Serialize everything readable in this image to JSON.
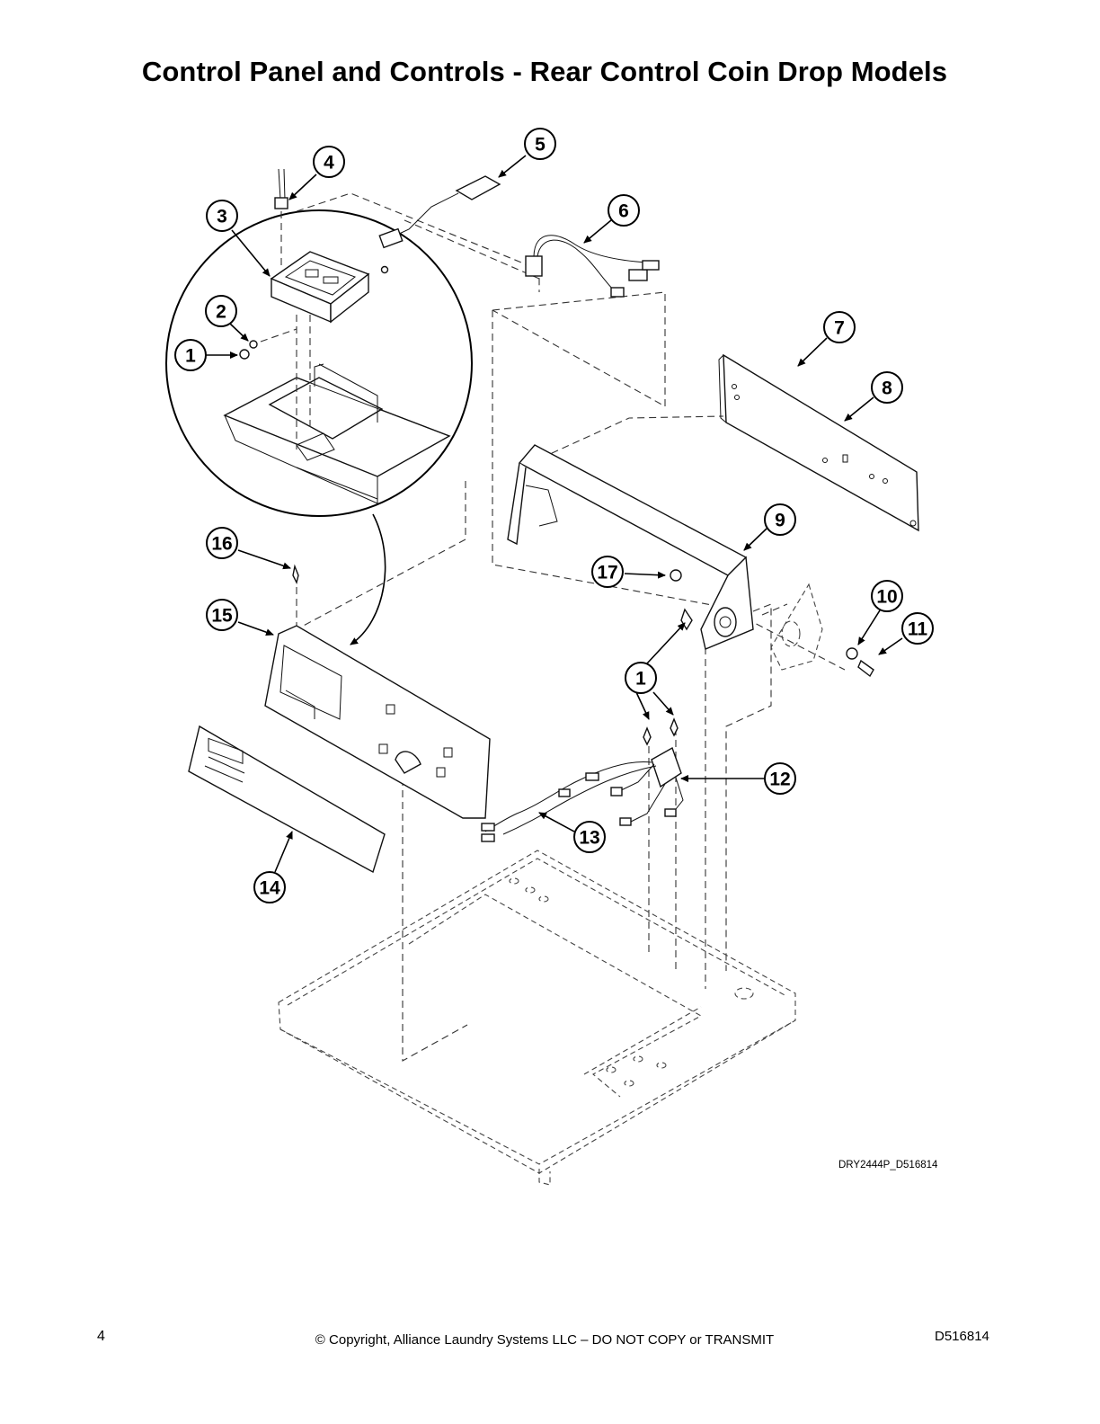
{
  "page": {
    "title": "Control Panel and Controls - Rear Control Coin Drop Models",
    "figure_code": "DRY2444P_D516814",
    "page_number": "4",
    "copyright": "© Copyright, Alliance Laundry Systems LLC – DO NOT COPY or TRANSMIT",
    "doc_number": "D516814"
  },
  "callouts": [
    "1",
    "2",
    "3",
    "4",
    "5",
    "6",
    "7",
    "8",
    "9",
    "10",
    "11",
    "1",
    "12",
    "13",
    "14",
    "15",
    "16",
    "17"
  ]
}
